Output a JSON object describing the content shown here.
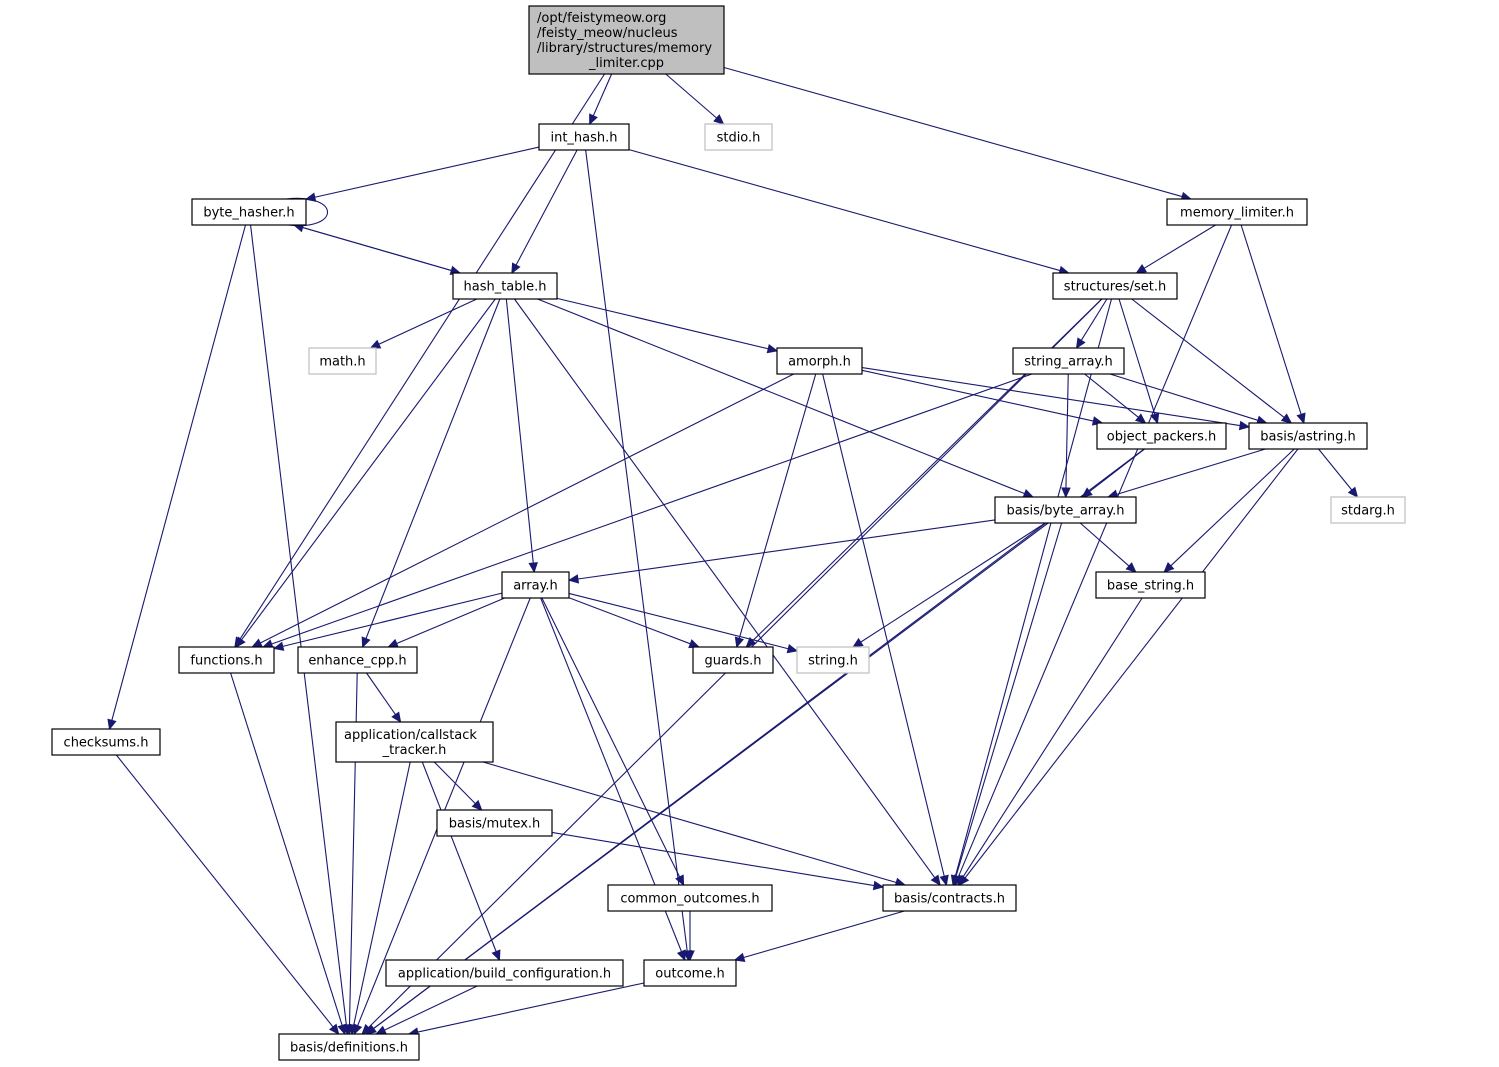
{
  "title": "Include dependency graph for memory_limiter.cpp",
  "colors": {
    "edge": "#191970",
    "root_fill": "#bfbfbf",
    "system_border": "#bfbfbf",
    "node_border": "#000000"
  },
  "nodes": [
    {
      "id": "root",
      "lines": [
        "/opt/feistymeow.org",
        "/feisty_meow/nucleus",
        "/library/structures/memory",
        "_limiter.cpp"
      ],
      "kind": "root"
    },
    {
      "id": "int_hash",
      "lines": [
        "int_hash.h"
      ],
      "kind": "local"
    },
    {
      "id": "stdio",
      "lines": [
        "stdio.h"
      ],
      "kind": "system"
    },
    {
      "id": "byte_hasher",
      "lines": [
        "byte_hasher.h"
      ],
      "kind": "local"
    },
    {
      "id": "memory_limiter",
      "lines": [
        "memory_limiter.h"
      ],
      "kind": "local"
    },
    {
      "id": "hash_table",
      "lines": [
        "hash_table.h"
      ],
      "kind": "local"
    },
    {
      "id": "set",
      "lines": [
        "structures/set.h"
      ],
      "kind": "local"
    },
    {
      "id": "math",
      "lines": [
        "math.h"
      ],
      "kind": "system"
    },
    {
      "id": "amorph",
      "lines": [
        "amorph.h"
      ],
      "kind": "local"
    },
    {
      "id": "string_array",
      "lines": [
        "string_array.h"
      ],
      "kind": "local"
    },
    {
      "id": "object_packers",
      "lines": [
        "object_packers.h"
      ],
      "kind": "local"
    },
    {
      "id": "astring",
      "lines": [
        "basis/astring.h"
      ],
      "kind": "local"
    },
    {
      "id": "byte_array",
      "lines": [
        "basis/byte_array.h"
      ],
      "kind": "local"
    },
    {
      "id": "stdarg",
      "lines": [
        "stdarg.h"
      ],
      "kind": "system"
    },
    {
      "id": "array",
      "lines": [
        "array.h"
      ],
      "kind": "local"
    },
    {
      "id": "base_string",
      "lines": [
        "base_string.h"
      ],
      "kind": "local"
    },
    {
      "id": "functions",
      "lines": [
        "functions.h"
      ],
      "kind": "local"
    },
    {
      "id": "enhance_cpp",
      "lines": [
        "enhance_cpp.h"
      ],
      "kind": "local"
    },
    {
      "id": "guards",
      "lines": [
        "guards.h"
      ],
      "kind": "local"
    },
    {
      "id": "string",
      "lines": [
        "string.h"
      ],
      "kind": "system"
    },
    {
      "id": "checksums",
      "lines": [
        "checksums.h"
      ],
      "kind": "local"
    },
    {
      "id": "callstack",
      "lines": [
        "application/callstack",
        "_tracker.h"
      ],
      "kind": "local"
    },
    {
      "id": "mutex",
      "lines": [
        "basis/mutex.h"
      ],
      "kind": "local"
    },
    {
      "id": "common_outcomes",
      "lines": [
        "common_outcomes.h"
      ],
      "kind": "local"
    },
    {
      "id": "contracts",
      "lines": [
        "basis/contracts.h"
      ],
      "kind": "local"
    },
    {
      "id": "build_config",
      "lines": [
        "application/build_configuration.h"
      ],
      "kind": "local"
    },
    {
      "id": "outcome",
      "lines": [
        "outcome.h"
      ],
      "kind": "local"
    },
    {
      "id": "definitions",
      "lines": [
        "basis/definitions.h"
      ],
      "kind": "local"
    }
  ],
  "edges": [
    [
      "root",
      "int_hash"
    ],
    [
      "root",
      "stdio"
    ],
    [
      "root",
      "memory_limiter"
    ],
    [
      "root",
      "functions"
    ],
    [
      "int_hash",
      "byte_hasher"
    ],
    [
      "int_hash",
      "hash_table"
    ],
    [
      "int_hash",
      "set"
    ],
    [
      "int_hash",
      "outcome"
    ],
    [
      "byte_hasher",
      "byte_hasher"
    ],
    [
      "byte_hasher",
      "hash_table"
    ],
    [
      "byte_hasher",
      "checksums"
    ],
    [
      "byte_hasher",
      "definitions"
    ],
    [
      "hash_table",
      "byte_hasher"
    ],
    [
      "hash_table",
      "math"
    ],
    [
      "hash_table",
      "amorph"
    ],
    [
      "hash_table",
      "byte_array"
    ],
    [
      "hash_table",
      "functions"
    ],
    [
      "hash_table",
      "enhance_cpp"
    ],
    [
      "hash_table",
      "array"
    ],
    [
      "hash_table",
      "contracts"
    ],
    [
      "memory_limiter",
      "set"
    ],
    [
      "memory_limiter",
      "astring"
    ],
    [
      "memory_limiter",
      "contracts"
    ],
    [
      "set",
      "string_array"
    ],
    [
      "set",
      "object_packers"
    ],
    [
      "set",
      "astring"
    ],
    [
      "set",
      "guards"
    ],
    [
      "set",
      "contracts"
    ],
    [
      "set",
      "definitions"
    ],
    [
      "amorph",
      "object_packers"
    ],
    [
      "amorph",
      "astring"
    ],
    [
      "amorph",
      "functions"
    ],
    [
      "amorph",
      "guards"
    ],
    [
      "amorph",
      "contracts"
    ],
    [
      "string_array",
      "object_packers"
    ],
    [
      "string_array",
      "astring"
    ],
    [
      "string_array",
      "byte_array"
    ],
    [
      "string_array",
      "functions"
    ],
    [
      "object_packers",
      "byte_array"
    ],
    [
      "object_packers",
      "definitions"
    ],
    [
      "astring",
      "byte_array"
    ],
    [
      "astring",
      "stdarg"
    ],
    [
      "astring",
      "base_string"
    ],
    [
      "astring",
      "contracts"
    ],
    [
      "byte_array",
      "array"
    ],
    [
      "byte_array",
      "base_string"
    ],
    [
      "byte_array",
      "string"
    ],
    [
      "byte_array",
      "contracts"
    ],
    [
      "byte_array",
      "definitions"
    ],
    [
      "base_string",
      "contracts"
    ],
    [
      "array",
      "functions"
    ],
    [
      "array",
      "enhance_cpp"
    ],
    [
      "array",
      "guards"
    ],
    [
      "array",
      "string"
    ],
    [
      "array",
      "definitions"
    ],
    [
      "array",
      "common_outcomes"
    ],
    [
      "array",
      "outcome"
    ],
    [
      "functions",
      "definitions"
    ],
    [
      "enhance_cpp",
      "callstack"
    ],
    [
      "enhance_cpp",
      "definitions"
    ],
    [
      "callstack",
      "mutex"
    ],
    [
      "callstack",
      "contracts"
    ],
    [
      "callstack",
      "build_config"
    ],
    [
      "callstack",
      "definitions"
    ],
    [
      "mutex",
      "contracts"
    ],
    [
      "checksums",
      "definitions"
    ],
    [
      "common_outcomes",
      "outcome"
    ],
    [
      "contracts",
      "outcome"
    ],
    [
      "build_config",
      "definitions"
    ],
    [
      "outcome",
      "definitions"
    ]
  ]
}
